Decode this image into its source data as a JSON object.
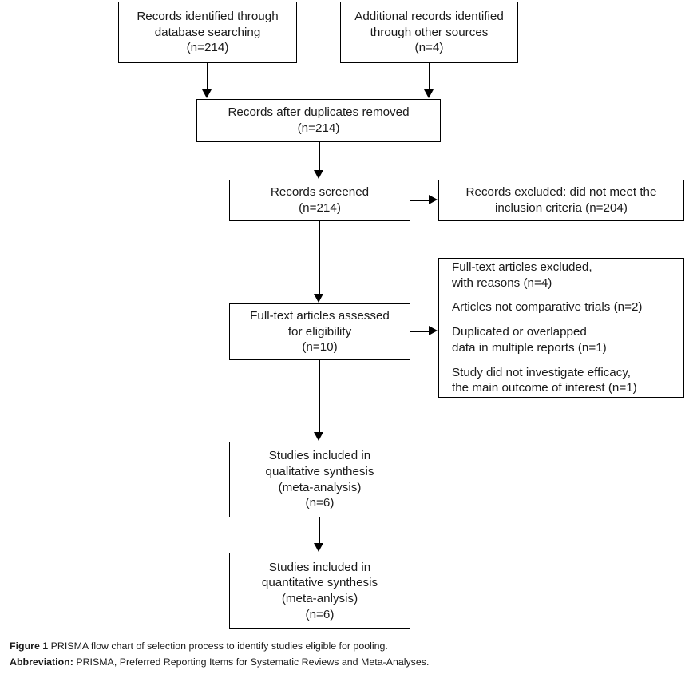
{
  "figure": {
    "type": "prisma-flow-diagram",
    "caption_label": "Figure 1",
    "caption_text": "PRISMA flow chart of selection process to identify studies eligible for pooling.",
    "abbreviation_label": "Abbreviation:",
    "abbreviation_text": "PRISMA, Preferred Reporting Items for Systematic Reviews and Meta-Analyses."
  },
  "colors": {
    "box_border": "#000000",
    "box_fill": "#ffffff",
    "text": "#1a1a1a",
    "connector": "#000000",
    "page_background": "#ffffff"
  },
  "nodes": {
    "identification_database": {
      "line1": "Records identified through",
      "line2": "database searching",
      "line3": "(n=214)",
      "count": 214
    },
    "identification_other": {
      "line1": "Additional records identified",
      "line2": "through other sources",
      "line3": "(n=4)",
      "count": 4
    },
    "duplicates_removed": {
      "line1": "Records after duplicates removed",
      "line2": "(n=214)",
      "count": 214
    },
    "records_screened": {
      "line1": "Records screened",
      "line2": "(n=214)",
      "count": 214
    },
    "records_excluded": {
      "line1": "Records excluded: did not meet the",
      "line2": "inclusion criteria (n=204)",
      "count": 204
    },
    "fulltext_assessed": {
      "line1": "Full-text articles assessed",
      "line2": "for eligibility",
      "line3": "(n=10)",
      "count": 10
    },
    "fulltext_excluded": {
      "reason0_line1": "Full-text articles excluded,",
      "reason0_line2": "with reasons (n=4)",
      "reason1_line1": "Articles not comparative trials (n=2)",
      "reason2_line1": "Duplicated or overlapped",
      "reason2_line2": "data in multiple reports (n=1)",
      "reason3_line1": "Study did not investigate efficacy,",
      "reason3_line2": "the main outcome of interest (n=1)",
      "total_excluded": 4
    },
    "included_qualitative": {
      "line1": "Studies included in",
      "line2": "qualitative synthesis",
      "line3": "(meta-analysis)",
      "line4": "(n=6)",
      "count": 6
    },
    "included_quantitative": {
      "line1": "Studies included in",
      "line2": "quantitative synthesis",
      "line3": "(meta-anlysis)",
      "line4": "(n=6)",
      "count": 6
    }
  }
}
